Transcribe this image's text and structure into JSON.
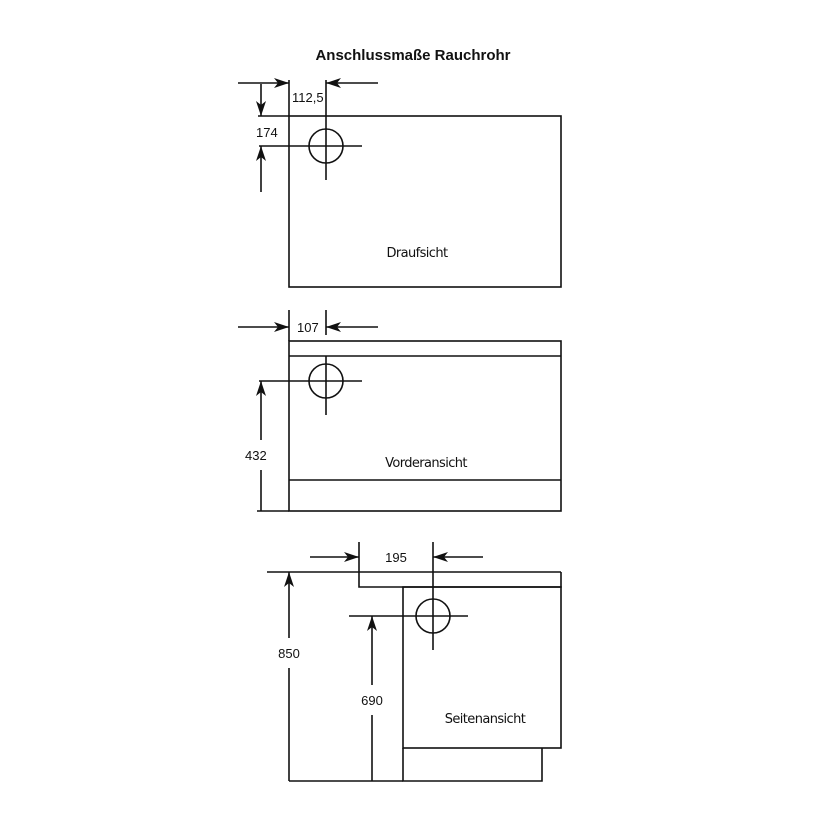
{
  "title": "Anschlussmaße Rauchrohr",
  "views": {
    "top": {
      "label": "Draufsicht",
      "dim_horizontal": "112,5",
      "dim_vertical": "174"
    },
    "front": {
      "label": "Vorderansicht",
      "dim_horizontal": "107",
      "dim_vertical": "432"
    },
    "side": {
      "label": "Seitenansicht",
      "dim_horizontal": "195",
      "dim_total_height": "850",
      "dim_pipe_height": "690"
    }
  }
}
